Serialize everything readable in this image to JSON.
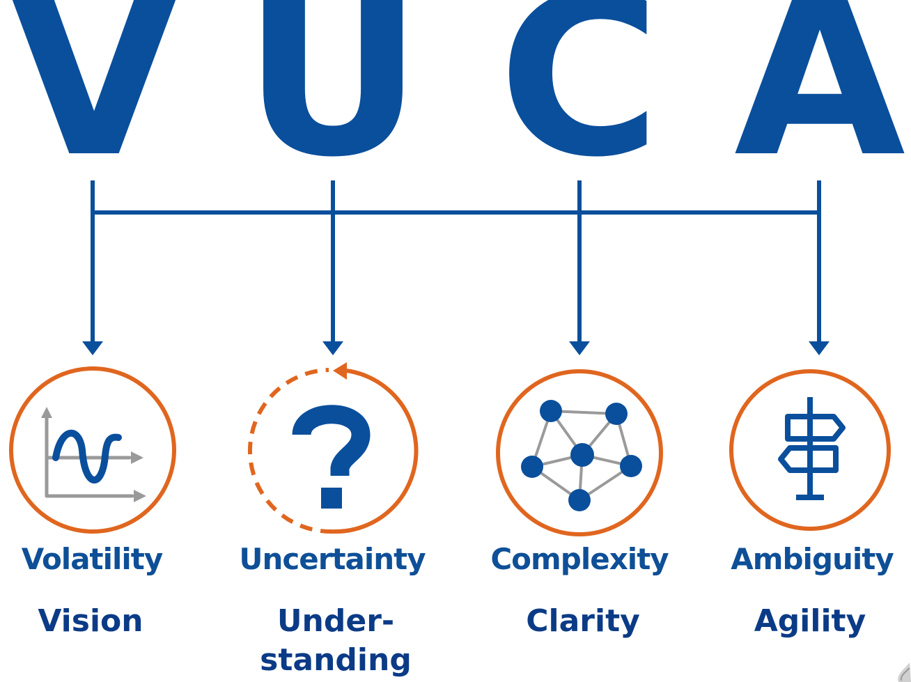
{
  "title_letters": [
    "V",
    "U",
    "C",
    "A"
  ],
  "terms": [
    "Volatility",
    "Uncertainty",
    "Complexity",
    "Ambiguity"
  ],
  "counters": [
    "Vision",
    "Under-\nstanding",
    "Clarity",
    "Agility"
  ],
  "icons": [
    "volatility-wave-chart-icon",
    "question-mark-cycle-icon",
    "network-nodes-icon",
    "signpost-icon"
  ],
  "colors": {
    "blue": "#0a4f9c",
    "dark_blue": "#0b3b86",
    "orange": "#e0661f",
    "gray": "#9a9a9a"
  }
}
